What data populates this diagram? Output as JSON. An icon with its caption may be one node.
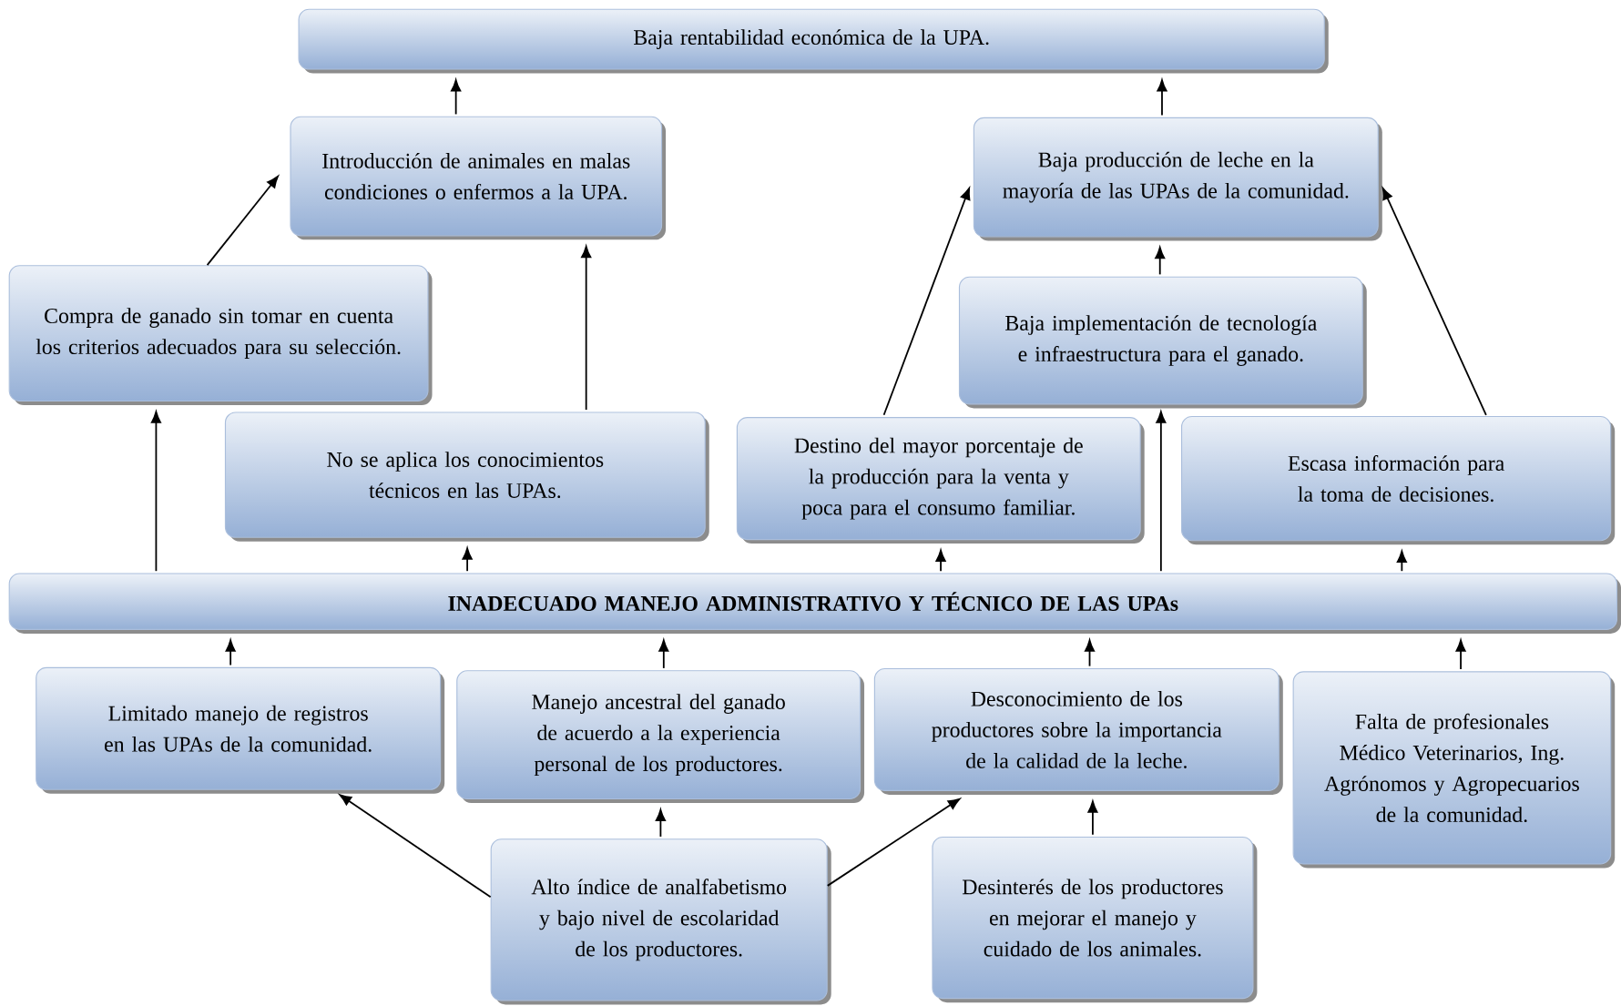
{
  "diagram": {
    "nodes": [
      {
        "text": [
          "Baja rentabilidad económica de la UPA."
        ]
      },
      {
        "text": [
          "Introducción de animales en malas condiciones o enfermos a la UPA."
        ]
      },
      {
        "text": [
          "Baja producción de leche en la mayoría de las UPAs de la comunidad."
        ]
      },
      {
        "text": [
          "Compra de ganado sin tomar en cuenta los criterios adecuados para su selección."
        ]
      },
      {
        "text": [
          "Baja implementación de tecnología e infraestructura para el ganado."
        ]
      },
      {
        "text": [
          "No se aplica los conocimientos técnicos en las UPAs."
        ]
      },
      {
        "text": [
          "Destino del mayor porcentaje de la producción para la venta y poca para el consumo familiar."
        ]
      },
      {
        "text": [
          "Escasa información para la toma de decisiones."
        ]
      },
      {
        "text": [
          "INADECUADO MANEJO ADMINISTRATIVO Y TÉCNICO DE LAS UPAs"
        ]
      },
      {
        "text": [
          "Limitado manejo de registros en las UPAs de la comunidad."
        ]
      },
      {
        "text": [
          "Manejo ancestral del ganado de acuerdo a la experiencia personal de los productores."
        ]
      },
      {
        "text": [
          "Desconocimiento de los productores sobre la importancia de la calidad de la leche."
        ]
      },
      {
        "text": [
          "Falta de profesionales Médico Veterinarios, Ing. Agrónomos y Agropecuarios de la comunidad."
        ]
      },
      {
        "text": [
          "Alto índice de analfabetismo y bajo nivel de escolaridad de los productores."
        ]
      },
      {
        "text": [
          "Desinterés de los productores en mejorar el manejo y cuidado de los animales."
        ]
      }
    ],
    "edges": [
      {
        "from": 1,
        "to": 0,
        "arrow": "to"
      },
      {
        "from": 2,
        "to": 0,
        "arrow": "to"
      },
      {
        "from": 3,
        "to": 1,
        "arrow": "to"
      },
      {
        "from": 5,
        "to": 1,
        "arrow": "to"
      },
      {
        "from": 6,
        "to": 2,
        "arrow": "to"
      },
      {
        "from": 4,
        "to": 2,
        "arrow": "to"
      },
      {
        "from": 7,
        "to": 2,
        "arrow": "to"
      },
      {
        "from": 8,
        "to": 3,
        "arrow": "to"
      },
      {
        "from": 8,
        "to": 5,
        "arrow": "to"
      },
      {
        "from": 8,
        "to": 6,
        "arrow": "to"
      },
      {
        "from": 8,
        "to": 4,
        "arrow": "to"
      },
      {
        "from": 8,
        "to": 7,
        "arrow": "to"
      },
      {
        "from": 9,
        "to": 8,
        "arrow": "to"
      },
      {
        "from": 10,
        "to": 8,
        "arrow": "to"
      },
      {
        "from": 11,
        "to": 8,
        "arrow": "to"
      },
      {
        "from": 12,
        "to": 8,
        "arrow": "to"
      },
      {
        "from": 13,
        "to": 9,
        "arrow": "to"
      },
      {
        "from": 13,
        "to": 10,
        "arrow": "to"
      },
      {
        "from": 13,
        "to": 11,
        "arrow": "to"
      },
      {
        "from": 14,
        "to": 11,
        "arrow": "to"
      }
    ]
  }
}
